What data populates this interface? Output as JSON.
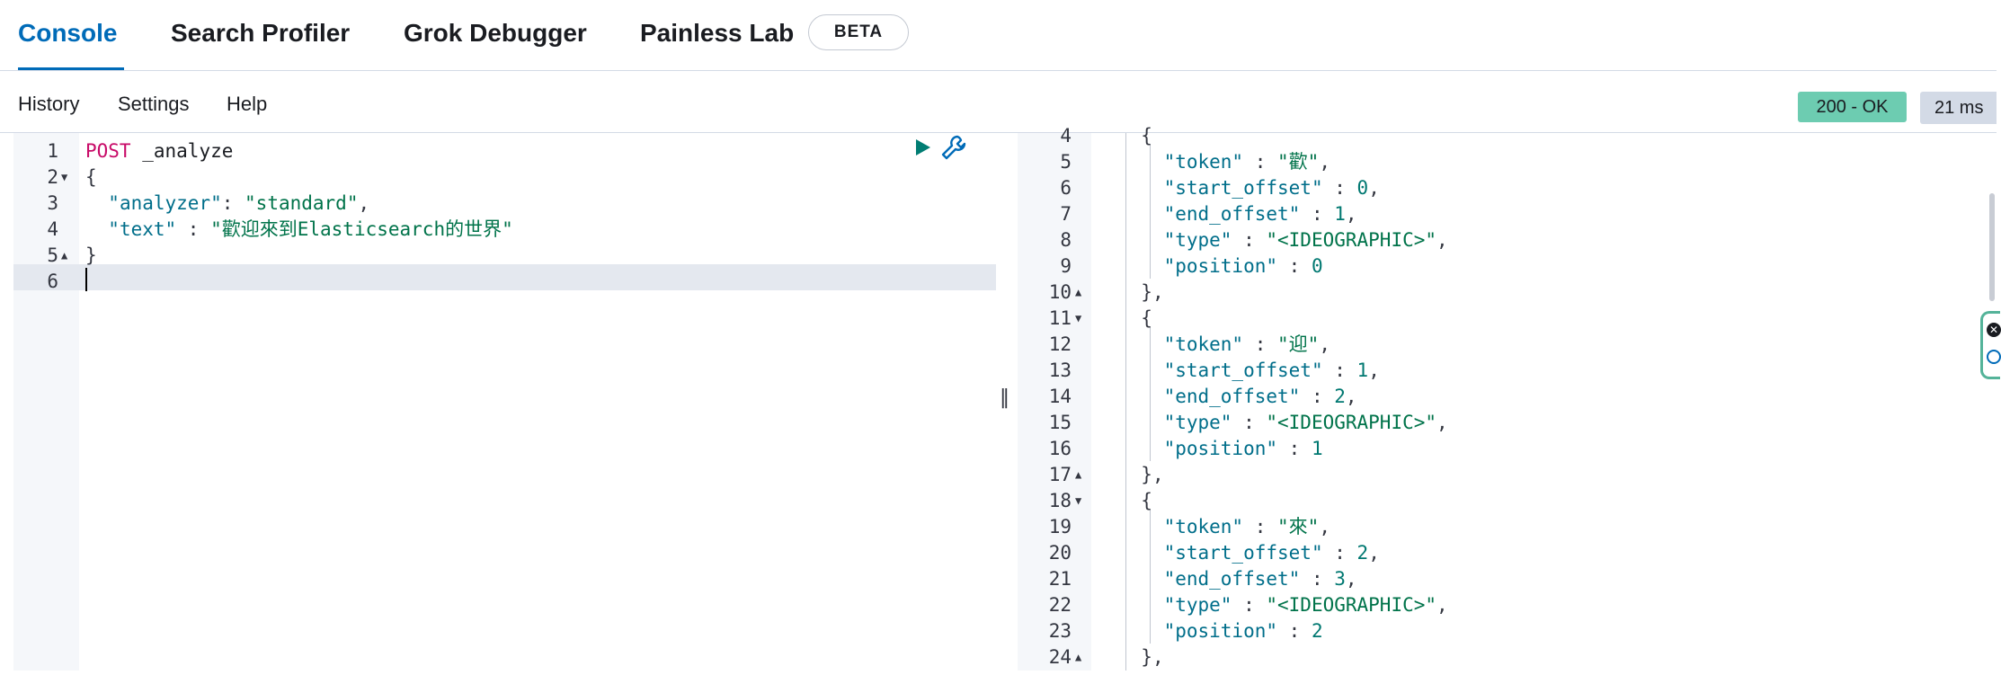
{
  "tabs": [
    "Console",
    "Search Profiler",
    "Grok Debugger",
    "Painless Lab"
  ],
  "beta_label": "BETA",
  "menu": [
    "History",
    "Settings",
    "Help"
  ],
  "status": {
    "code": "200 - OK",
    "time": "21 ms"
  },
  "request": {
    "line_numbers": [
      "1",
      "2",
      "3",
      "4",
      "5",
      "6"
    ],
    "method": "POST",
    "path": "_analyze",
    "open_brace": "{",
    "analyzer_key": "\"analyzer\"",
    "analyzer_value": "\"standard\"",
    "text_key": "\"text\"",
    "text_value": "\"歡迎來到Elasticsearch的世界\"",
    "close_brace": "}"
  },
  "response": {
    "line_numbers": [
      "4",
      "5",
      "6",
      "7",
      "8",
      "9",
      "10",
      "11",
      "12",
      "13",
      "14",
      "15",
      "16",
      "17",
      "18",
      "19",
      "20",
      "21",
      "22",
      "23",
      "24"
    ],
    "tokens": [
      {
        "token": "\"歡\"",
        "start_offset": "0",
        "end_offset": "1",
        "type": "\"<IDEOGRAPHIC>\"",
        "position": "0"
      },
      {
        "token": "\"迎\"",
        "start_offset": "1",
        "end_offset": "2",
        "type": "\"<IDEOGRAPHIC>\"",
        "position": "1"
      },
      {
        "token": "\"來\"",
        "start_offset": "2",
        "end_offset": "3",
        "type": "\"<IDEOGRAPHIC>\"",
        "position": "2"
      }
    ],
    "keys": {
      "token": "\"token\"",
      "start_offset": "\"start_offset\"",
      "end_offset": "\"end_offset\"",
      "type": "\"type\"",
      "position": "\"position\""
    }
  },
  "icons": {
    "run": "play-icon",
    "settings": "wrench-icon",
    "resize": "resize-handle-icon"
  },
  "colors": {
    "accent": "#006bb8",
    "status_ok": "#6dccb1",
    "keyword": "#c80a68",
    "string": "#00734a"
  }
}
